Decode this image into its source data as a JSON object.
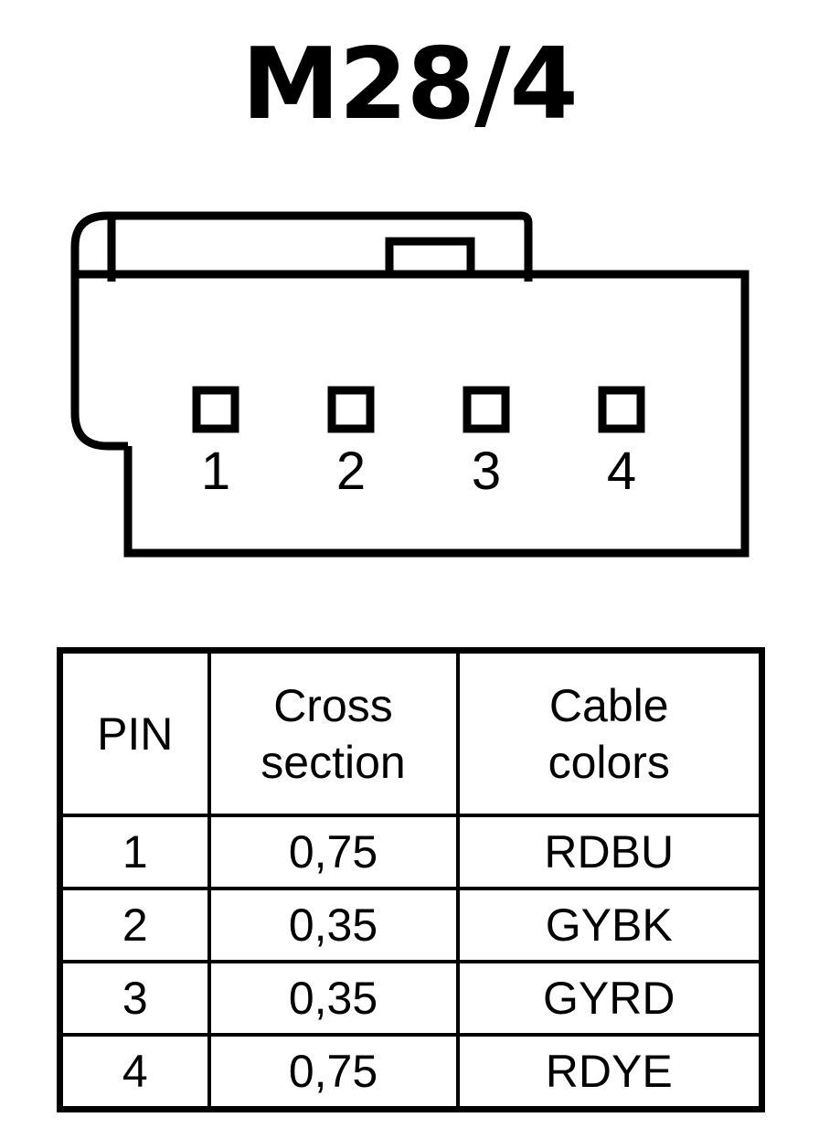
{
  "title": "M28/4",
  "connector": {
    "name": "connector-housing-4-pin",
    "pin_count": 4,
    "pin_labels": [
      "1",
      "2",
      "3",
      "4"
    ],
    "latch_tab": "latch-tab",
    "outline_color": "#000000",
    "fill_color": "#ffffff"
  },
  "table": {
    "headers": [
      {
        "key": "pin",
        "lines": [
          "PIN"
        ]
      },
      {
        "key": "cross_section",
        "lines": [
          "Cross",
          "section"
        ]
      },
      {
        "key": "cable_colors",
        "lines": [
          "Cable",
          "colors"
        ]
      }
    ],
    "rows": [
      {
        "pin": "1",
        "cross_section": "0,75",
        "cable_colors": "RDBU"
      },
      {
        "pin": "2",
        "cross_section": "0,35",
        "cable_colors": "GYBK"
      },
      {
        "pin": "3",
        "cross_section": "0,35",
        "cable_colors": "GYRD"
      },
      {
        "pin": "4",
        "cross_section": "0,75",
        "cable_colors": "RDYE"
      }
    ]
  }
}
